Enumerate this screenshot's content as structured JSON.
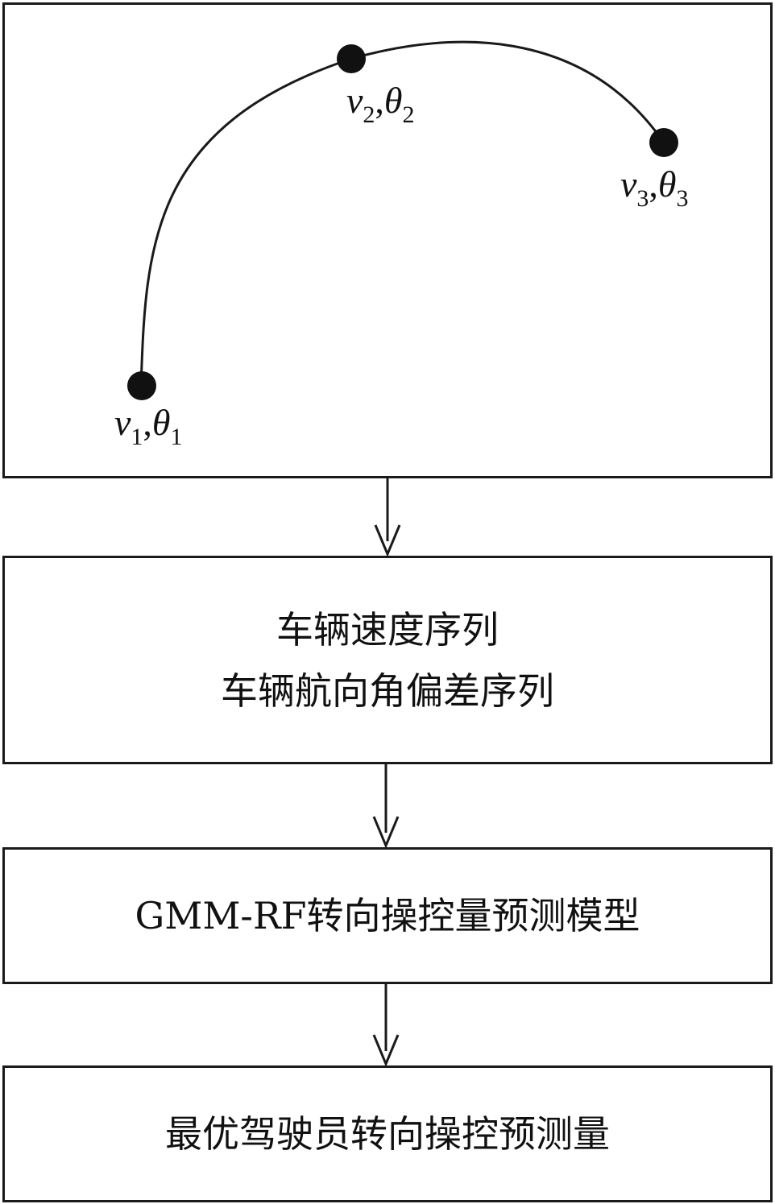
{
  "trajectory": {
    "points": [
      {
        "var1": "v",
        "sub1": "1",
        "var2": "θ",
        "sub2": "1"
      },
      {
        "var1": "v",
        "sub1": "2",
        "var2": "θ",
        "sub2": "2"
      },
      {
        "var1": "v",
        "sub1": "3",
        "var2": "θ",
        "sub2": "3"
      }
    ],
    "separator": ","
  },
  "sequences": {
    "line1": "车辆速度序列",
    "line2": "车辆航向角偏差序列"
  },
  "model": {
    "label": "GMM-RF转向操控量预测模型"
  },
  "output": {
    "label": "最优驾驶员转向操控预测量"
  },
  "colors": {
    "stroke": "#1a1a1a",
    "background": "#ffffff"
  }
}
